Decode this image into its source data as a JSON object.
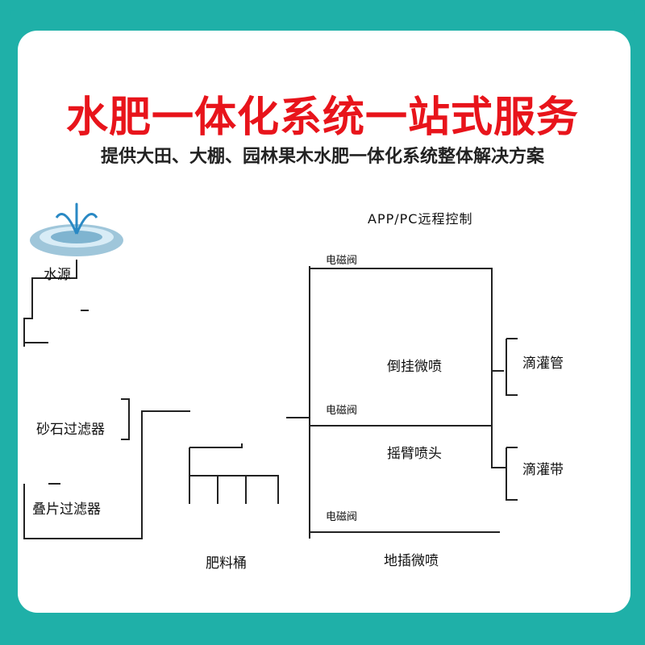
{
  "title": "水肥一体化系统一站式服务",
  "subtitle": "提供大田、大棚、园林果木水肥一体化系统整体解决方案",
  "remote_control": "APP/PC远程控制",
  "components": {
    "water_source": "水源",
    "sand_filter": "砂石过滤器",
    "disc_filter": "叠片过滤器",
    "fertilizer_tank": "肥料桶"
  },
  "valves": [
    "电磁阀",
    "电磁阀",
    "电磁阀"
  ],
  "zones": {
    "hanging_spray": "倒挂微喷",
    "rocker_sprinkler": "摇臂喷头",
    "ground_spray": "地插微喷",
    "drip_pipe": "滴灌管",
    "drip_tape": "滴灌带"
  },
  "colors": {
    "title": "#e8141b",
    "frame": "#1fb0a8",
    "pipe": "#222222",
    "plant": "#3c9a2a",
    "filter": "#d8262b",
    "tank": "#f3e21a"
  }
}
